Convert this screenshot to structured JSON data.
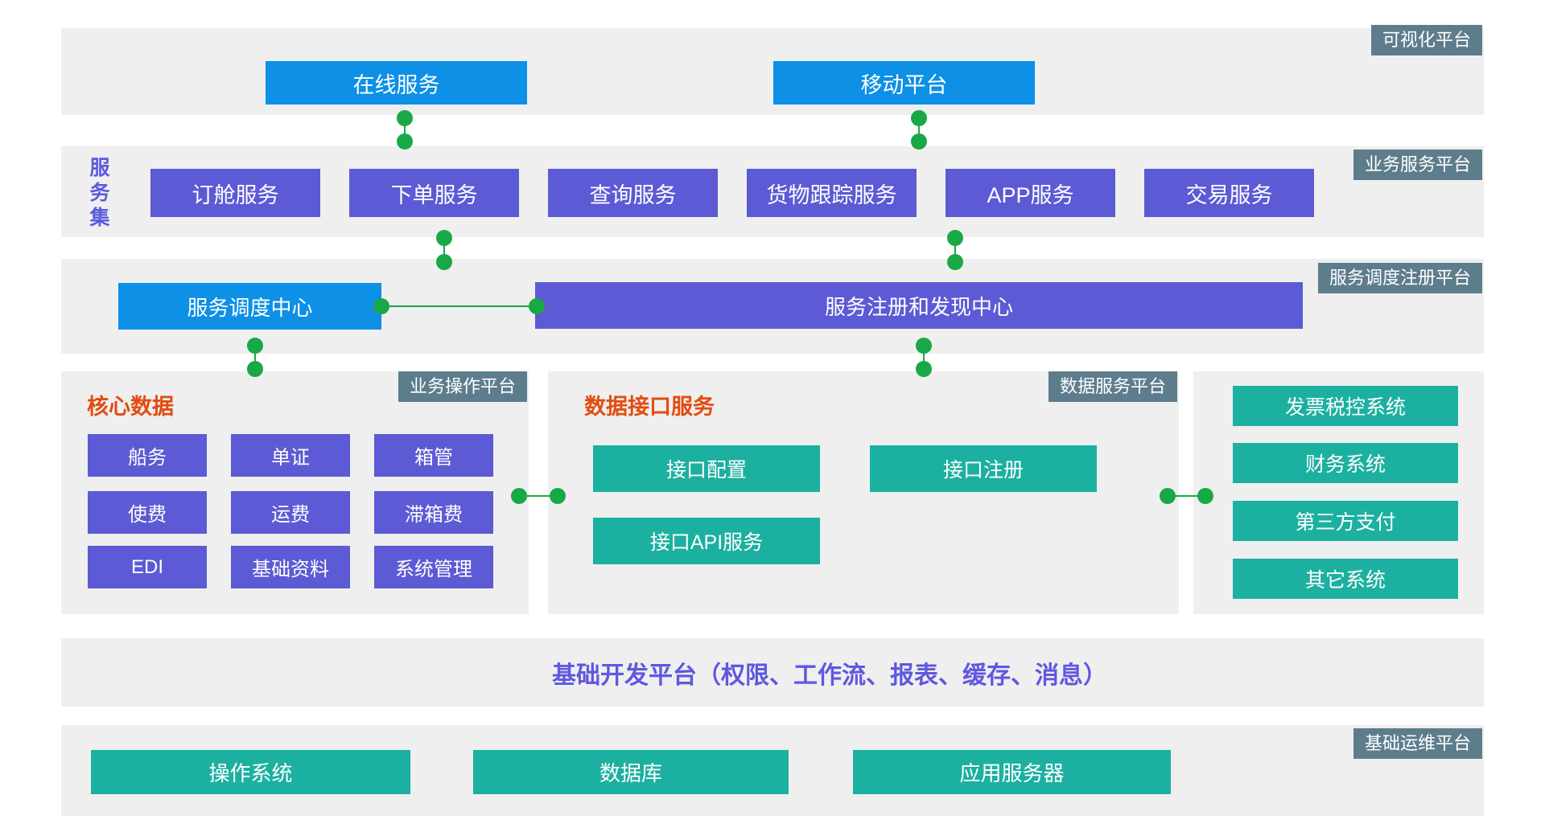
{
  "colors": {
    "band_bg": "#efefef",
    "blue": "#0d90e6",
    "purple": "#5c5ad4",
    "teal": "#1cb0a0",
    "green": "#18a946",
    "badge": "#5e7d8c",
    "orange": "#e34b10",
    "dev_text": "#5f58e0",
    "side_label": "#5a5ae0"
  },
  "visual_platform": {
    "badge": "可视化平台",
    "online_service": "在线服务",
    "mobile_platform": "移动平台"
  },
  "service_platform": {
    "badge": "业务服务平台",
    "side_label": "服务集",
    "services": [
      "订舱服务",
      "下单服务",
      "查询服务",
      "货物跟踪服务",
      "APP服务",
      "交易服务"
    ]
  },
  "dispatch_platform": {
    "badge": "服务调度注册平台",
    "dispatch_center": "服务调度中心",
    "registry_center": "服务注册和发现中心"
  },
  "operation_platform": {
    "badge": "业务操作平台",
    "title": "核心数据",
    "modules": [
      "船务",
      "单证",
      "箱管",
      "使费",
      "运费",
      "滞箱费",
      "EDI",
      "基础资料",
      "系统管理"
    ]
  },
  "data_platform": {
    "badge": "数据服务平台",
    "title": "数据接口服务",
    "services": [
      "接口配置",
      "接口注册",
      "接口API服务"
    ]
  },
  "external_systems": {
    "systems": [
      "发票税控系统",
      "财务系统",
      "第三方支付",
      "其它系统"
    ]
  },
  "dev_platform": {
    "label": "基础开发平台（权限、工作流、报表、缓存、消息）"
  },
  "ops_platform": {
    "badge": "基础运维平台",
    "components": [
      "操作系统",
      "数据库",
      "应用服务器"
    ]
  }
}
